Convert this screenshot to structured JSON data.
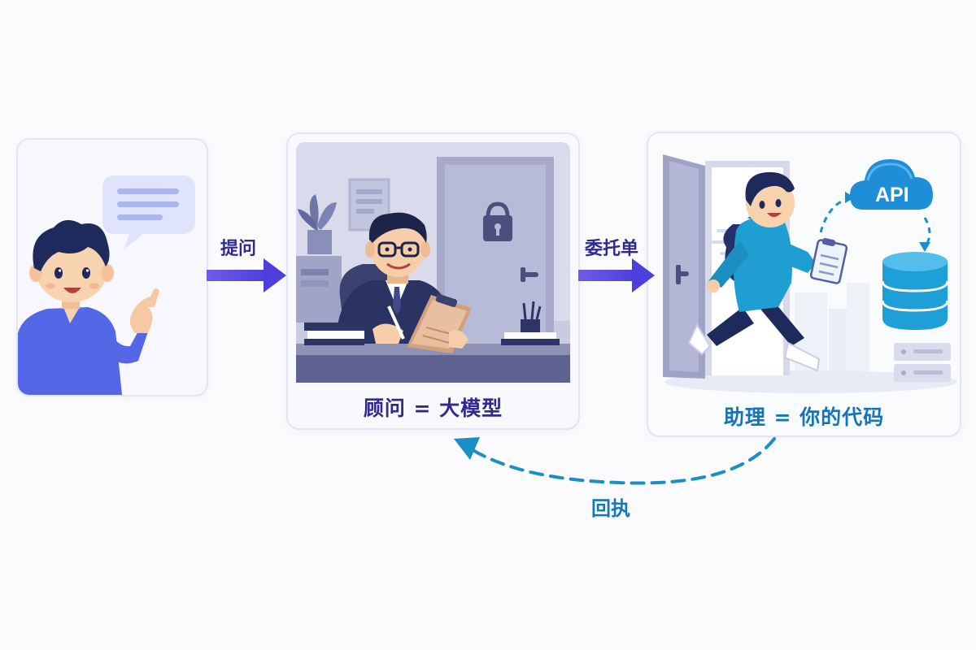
{
  "labels": {
    "ask": "提问",
    "order": "委托单",
    "receipt": "回执"
  },
  "captions": {
    "consultant": "顾问 = 大模型",
    "assistant": "助理 = 你的代码"
  },
  "badges": {
    "api": "API"
  },
  "colors": {
    "arrow_primary": "#5b4be0",
    "arrow_return": "#1a8fc4",
    "consultant_text": "#2e2a8f",
    "assistant_text": "#1474b8"
  }
}
